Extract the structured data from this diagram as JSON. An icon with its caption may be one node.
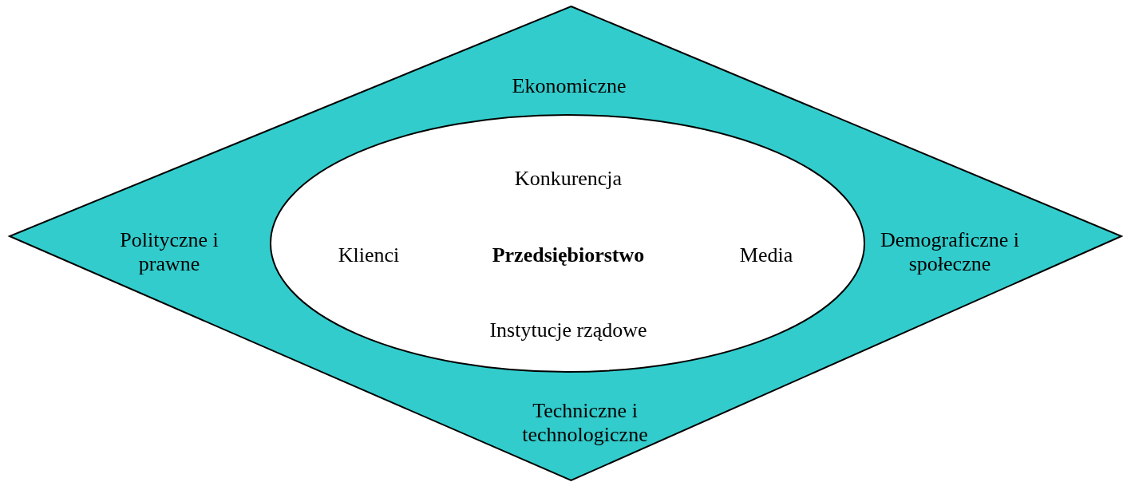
{
  "diagram": {
    "nodes": [
      {
        "text": [
          "Ekonomiczne",
          "Polityczne i prawne",
          "Demograficzne i społeczne",
          "Techniczne i technologiczne"
        ]
      },
      {
        "text": [
          "Konkurencja",
          "Klienci",
          "Przedsiębiorstwo",
          "Media",
          "Instytucje rządowe"
        ],
        "in": 0
      }
    ]
  }
}
